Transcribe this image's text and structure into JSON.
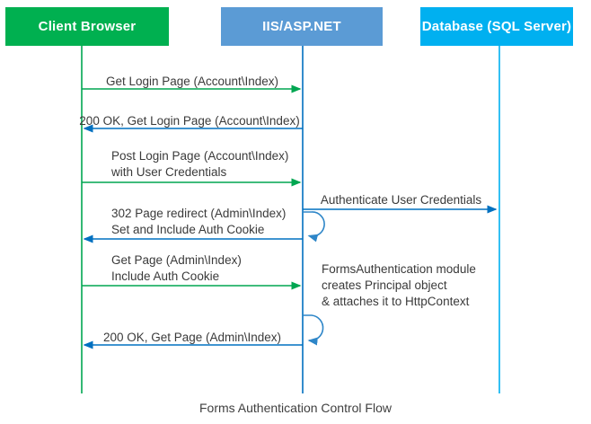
{
  "diagram": {
    "caption": "Forms Authentication Control Flow",
    "actors": [
      {
        "id": "client",
        "label": "Client Browser",
        "color": "#00B050"
      },
      {
        "id": "iis",
        "label": "IIS/ASP.NET",
        "color": "#5B9BD5"
      },
      {
        "id": "database",
        "label": "Database (SQL Server)",
        "color": "#00B0F0"
      }
    ],
    "colors": {
      "request_arrow_green": "#00A651",
      "response_arrow_blue": "#0070C0",
      "database_lifeline_cyan": "#00B0F0",
      "self_loop_blue": "#2E86C8",
      "text_dark": "#3A3A3A"
    },
    "messages": [
      {
        "from": "Client Browser",
        "to": "IIS/ASP.NET",
        "lines": [
          "Get Login Page (Account\\Index)"
        ]
      },
      {
        "from": "IIS/ASP.NET",
        "to": "Client Browser",
        "lines": [
          "200 OK, Get Login Page (Account\\Index)"
        ]
      },
      {
        "from": "Client Browser",
        "to": "IIS/ASP.NET",
        "lines": [
          "Post Login Page (Account\\Index)",
          "with User Credentials"
        ]
      },
      {
        "from": "IIS/ASP.NET",
        "to": "Database (SQL Server)",
        "lines": [
          "Authenticate User Credentials"
        ]
      },
      {
        "from": "IIS/ASP.NET",
        "to": "Client Browser",
        "lines": [
          "302 Page redirect (Admin\\Index)",
          "Set and Include Auth Cookie"
        ]
      },
      {
        "from": "Client Browser",
        "to": "IIS/ASP.NET",
        "lines": [
          "Get Page (Admin\\Index)",
          "Include Auth Cookie"
        ]
      },
      {
        "from": "IIS/ASP.NET",
        "to": "Client Browser",
        "lines": [
          "200 OK, Get Page (Admin\\Index)"
        ]
      }
    ],
    "note": {
      "lines": [
        "FormsAuthentication module",
        "creates Principal object",
        "& attaches it to HttpContext"
      ]
    }
  }
}
